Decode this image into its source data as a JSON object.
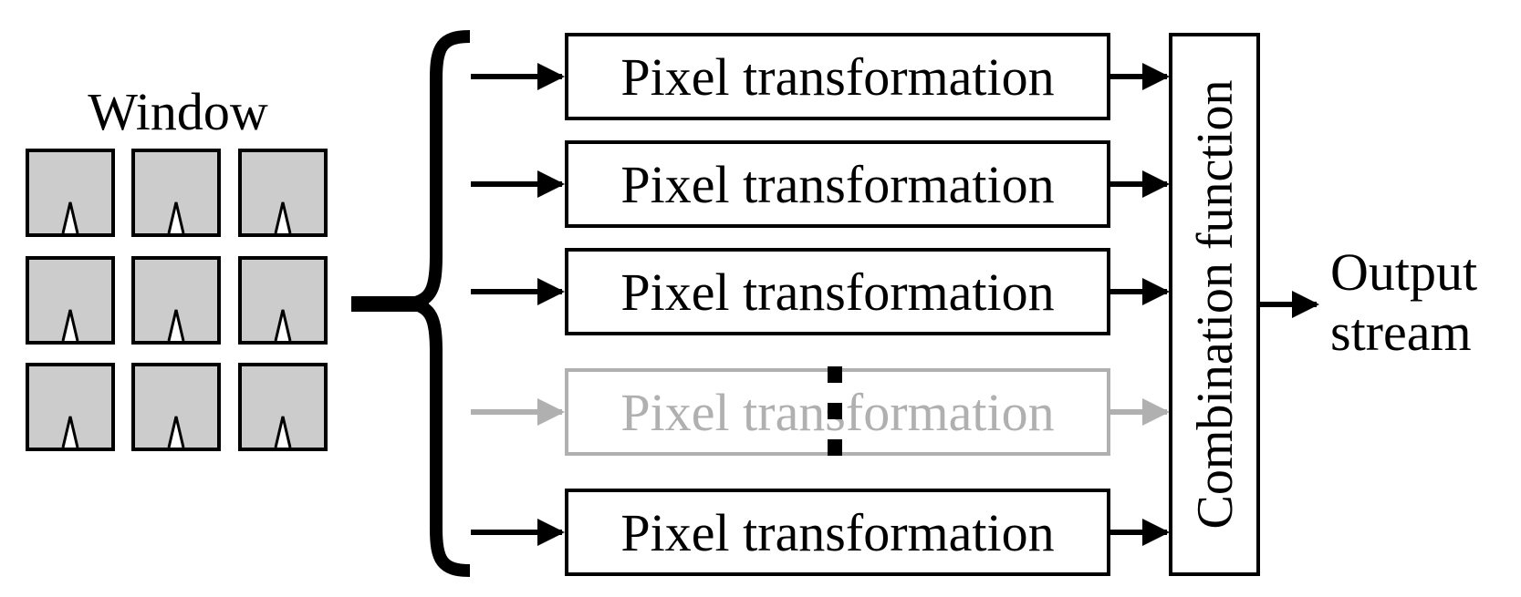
{
  "window": {
    "title": "Window",
    "grid_rows": 3,
    "grid_cols": 3,
    "cell_fill": "#cccccc"
  },
  "transforms": [
    {
      "label": "Pixel transformation",
      "faded": false
    },
    {
      "label": "Pixel transformation",
      "faded": false
    },
    {
      "label": "Pixel transformation",
      "faded": false
    },
    {
      "label": "Pixel transformation",
      "faded": true
    },
    {
      "label": "Pixel transformation",
      "faded": false
    }
  ],
  "combination": {
    "label": "Combination function"
  },
  "output": {
    "line1": "Output",
    "line2": "stream"
  },
  "colors": {
    "stroke": "#000000",
    "faded": "#b0b0b0"
  }
}
